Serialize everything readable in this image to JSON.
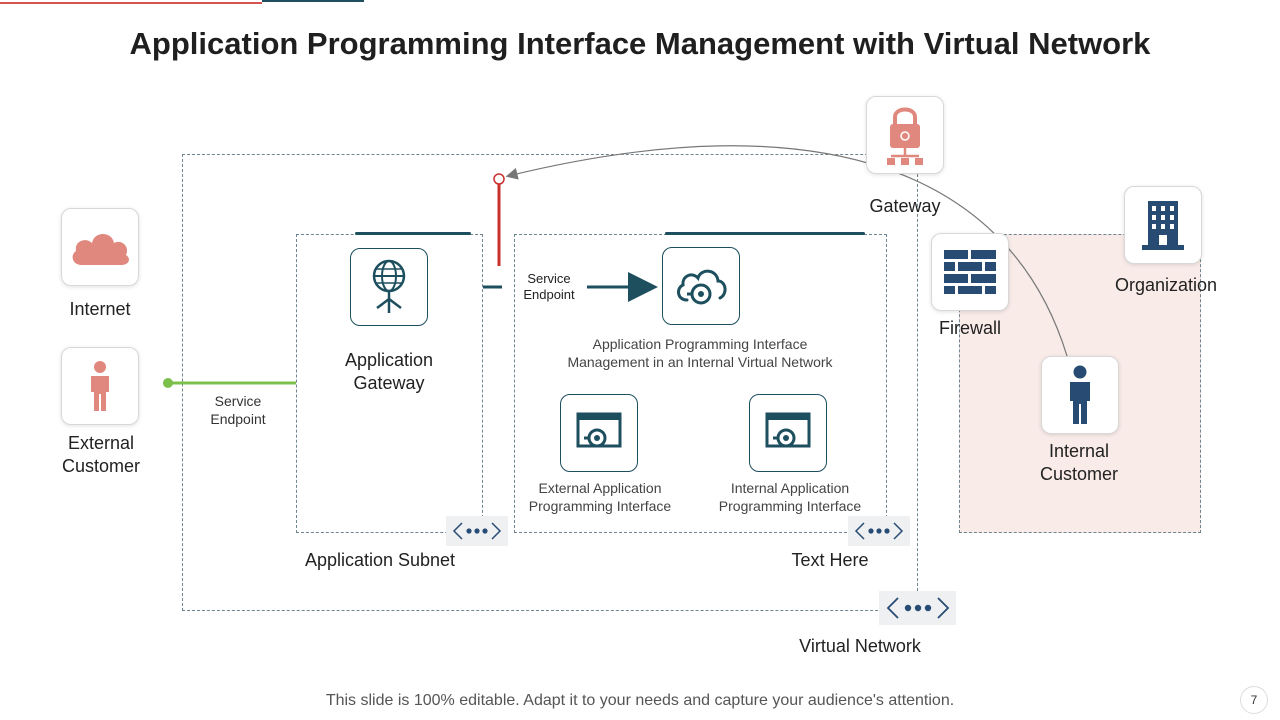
{
  "title": "Application Programming Interface Management with Virtual Network",
  "labels": {
    "internet": "Internet",
    "external_customer": "External Customer",
    "service_endpoint_left": "Service Endpoint",
    "application_gateway": "Application Gateway",
    "service_endpoint_mid": "Service Endpoint",
    "apim_internal": "Application Programming Interface Management in an Internal Virtual Network",
    "external_api": "External Application Programming Interface",
    "internal_api": "Internal Application Programming Interface",
    "application_subnet": "Application Subnet",
    "text_here": "Text Here",
    "virtual_network": "Virtual Network",
    "gateway": "Gateway",
    "firewall": "Firewall",
    "organization": "Organization",
    "internal_customer": "Internal Customer"
  },
  "footer": "This slide is 100% editable. Adapt it to your needs and capture your audience's attention.",
  "page_number": "7",
  "colors": {
    "salmon": "#e0887d",
    "teal": "#1d4f5e",
    "navy": "#274b73",
    "red": "#c9302c",
    "green": "#7bc04a",
    "org_bg": "#f8ebe8"
  },
  "icons": {
    "internet": "cloud-icon",
    "external_customer": "person-icon",
    "application_gateway": "globe-antenna-icon",
    "apim": "cloud-sync-icon",
    "api": "monitor-sync-icon",
    "gateway": "lock-network-icon",
    "firewall": "brick-wall-icon",
    "organization": "building-icon",
    "internal_customer": "person-icon",
    "subnet": "ellipsis-code-icon"
  }
}
